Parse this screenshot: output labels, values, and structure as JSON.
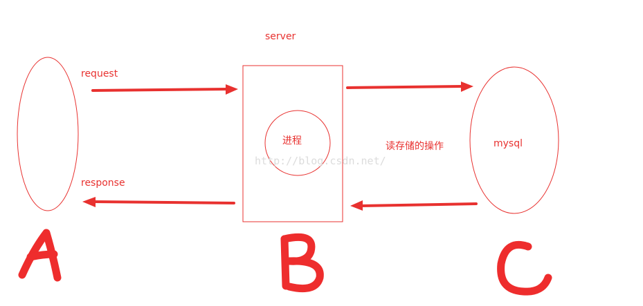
{
  "server_label": "server",
  "request_label": "request",
  "response_label": "response",
  "process_label": "进程",
  "operation_label": "读存储的操作",
  "mysql_label": "mysql",
  "watermark": "http://blog.csdn.net/",
  "node_letters": [
    "A",
    "B",
    "C"
  ],
  "colors": {
    "accent": "#e8312f",
    "watermark": "#dcdcdc",
    "background": "#ffffff"
  }
}
